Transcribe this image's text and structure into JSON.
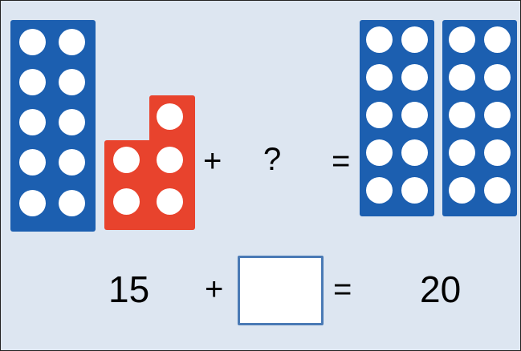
{
  "picture_row": {
    "plus_sign": "+",
    "question_mark": "?",
    "equals_sign": "="
  },
  "number_row": {
    "left_number": "15",
    "plus_sign": "+",
    "equals_sign": "=",
    "right_number": "20"
  },
  "colors": {
    "background": "#dde6f1",
    "blue_tile": "#1c5fb0",
    "red_tile": "#e8432d",
    "answer_box_border": "#4a7ab5"
  },
  "tiles": {
    "left_blue_tens": 10,
    "red_fives": 5,
    "right_blue_tens": [
      10,
      10
    ]
  }
}
